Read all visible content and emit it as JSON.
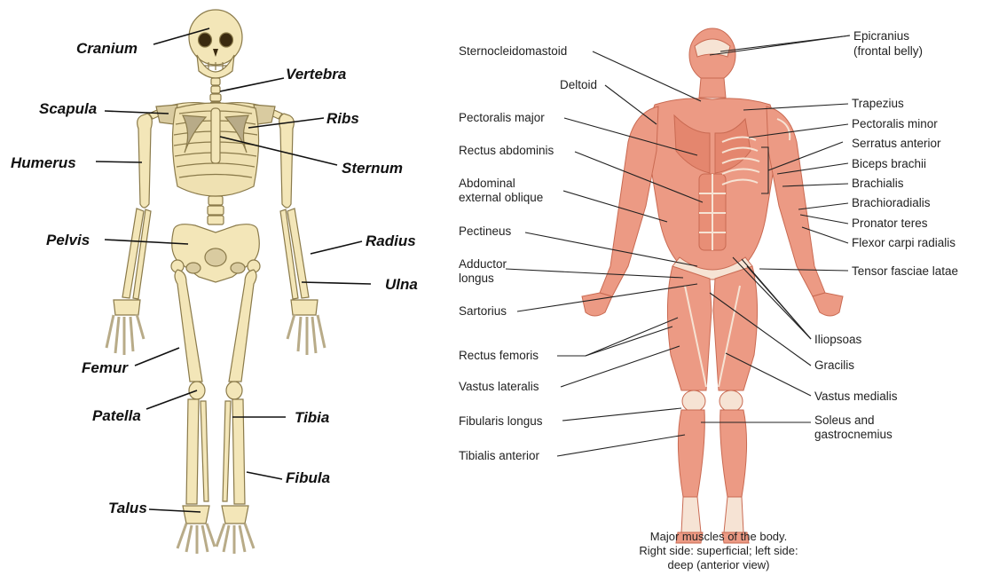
{
  "skeleton": {
    "labels": {
      "cranium": "Cranium",
      "vertebra": "Vertebra",
      "scapula": "Scapula",
      "ribs": "Ribs",
      "humerus": "Humerus",
      "sternum": "Sternum",
      "pelvis": "Pelvis",
      "radius": "Radius",
      "ulna": "Ulna",
      "femur": "Femur",
      "patella": "Patella",
      "tibia": "Tibia",
      "fibula": "Fibula",
      "talus": "Talus"
    }
  },
  "muscles": {
    "labels": {
      "sternocleidomastoid": "Sternocleidomastoid",
      "deltoid": "Deltoid",
      "pectoralis_major": "Pectoralis major",
      "rectus_abdominis": "Rectus abdominis",
      "abdominal_1": "Abdominal",
      "abdominal_2": "external oblique",
      "pectineus": "Pectineus",
      "adductor_1": "Adductor",
      "adductor_2": "longus",
      "sartorius": "Sartorius",
      "rectus_femoris": "Rectus femoris",
      "vastus_lateralis": "Vastus lateralis",
      "fibularis_longus": "Fibularis longus",
      "tibialis_anterior": "Tibialis anterior",
      "epicranius_1": "Epicranius",
      "epicranius_2": "(frontal belly)",
      "trapezius": "Trapezius",
      "pectoralis_minor": "Pectoralis minor",
      "serratus_anterior": "Serratus anterior",
      "biceps_brachii": "Biceps brachii",
      "brachialis": "Brachialis",
      "brachioradialis": "Brachioradialis",
      "pronator_teres": "Pronator teres",
      "flexor_carpi_radialis": "Flexor carpi radialis",
      "tensor_fasciae_latae": "Tensor fasciae latae",
      "iliopsoas": "Iliopsoas",
      "gracilis": "Gracilis",
      "vastus_medialis": "Vastus medialis",
      "soleus_1": "Soleus and",
      "soleus_2": "gastrocnemius"
    },
    "caption": {
      "line1": "Major muscles of the body.",
      "line2": "Right side: superficial; left side:",
      "line3": "deep (anterior view)"
    }
  },
  "colors": {
    "bone": "#f3e6b8",
    "bone_outline": "#8a7a4a",
    "bone_shadow": "#b8ab88",
    "muscle": "#ec9a84",
    "muscle_dark": "#d4745c",
    "tendon": "#f6e3d4"
  }
}
